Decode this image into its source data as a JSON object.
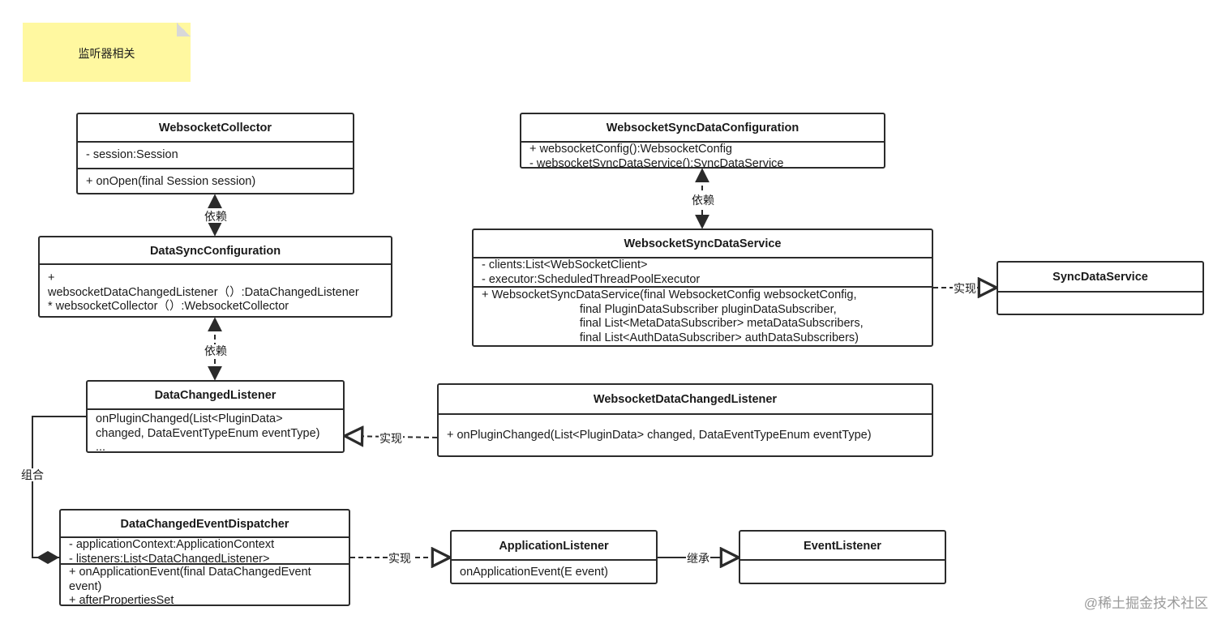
{
  "note": {
    "text": "监听器相关"
  },
  "classes": {
    "websocket_collector": {
      "name": "WebsocketCollector",
      "attributes": [
        "- session:Session"
      ],
      "methods": [
        "+ onOpen(final Session session)"
      ]
    },
    "data_sync_configuration": {
      "name": "DataSyncConfiguration",
      "methods": [
        "+",
        "websocketDataChangedListener（）:DataChangedListener",
        "* websocketCollector（）:WebsocketCollector"
      ]
    },
    "data_changed_listener": {
      "name": "DataChangedListener",
      "methods": [
        "onPluginChanged(List<PluginData>",
        "changed, DataEventTypeEnum eventType)",
        "..."
      ]
    },
    "data_changed_event_dispatcher": {
      "name": "DataChangedEventDispatcher",
      "attributes": [
        "- applicationContext:ApplicationContext",
        "- listeners:List<DataChangedListener>"
      ],
      "methods": [
        "+ onApplicationEvent(final DataChangedEvent",
        "event)",
        "+ afterPropertiesSet"
      ]
    },
    "websocket_sync_data_configuration": {
      "name": "WebsocketSyncDataConfiguration",
      "methods": [
        "+ websocketConfig():WebsocketConfig",
        "- websocketSyncDataService():SyncDataService"
      ]
    },
    "websocket_sync_data_service": {
      "name": "WebsocketSyncDataService",
      "attributes": [
        "- clients:List<WebSocketClient>",
        "- executor:ScheduledThreadPoolExecutor"
      ],
      "methods": [
        "+ WebsocketSyncDataService(final WebsocketConfig websocketConfig,",
        "                              final PluginDataSubscriber pluginDataSubscriber,",
        "                              final List<MetaDataSubscriber> metaDataSubscribers,",
        "                              final List<AuthDataSubscriber> authDataSubscribers)"
      ]
    },
    "sync_data_service": {
      "name": "SyncDataService"
    },
    "websocket_data_changed_listener": {
      "name": "WebsocketDataChangedListener",
      "methods": [
        "+ onPluginChanged(List<PluginData> changed, DataEventTypeEnum eventType)"
      ]
    },
    "application_listener": {
      "name": "ApplicationListener",
      "methods": [
        "onApplicationEvent(E event)"
      ]
    },
    "event_listener": {
      "name": "EventListener"
    }
  },
  "relations": {
    "collector_to_config": "依赖",
    "config_to_listener": "依赖",
    "syncconfig_to_service": "依赖",
    "service_implements": "实现",
    "wsdcl_implements": "实现",
    "dispatcher_implements": "实现",
    "applistener_extends": "继承",
    "composition": "组合"
  },
  "watermark": "@稀土掘金技术社区"
}
